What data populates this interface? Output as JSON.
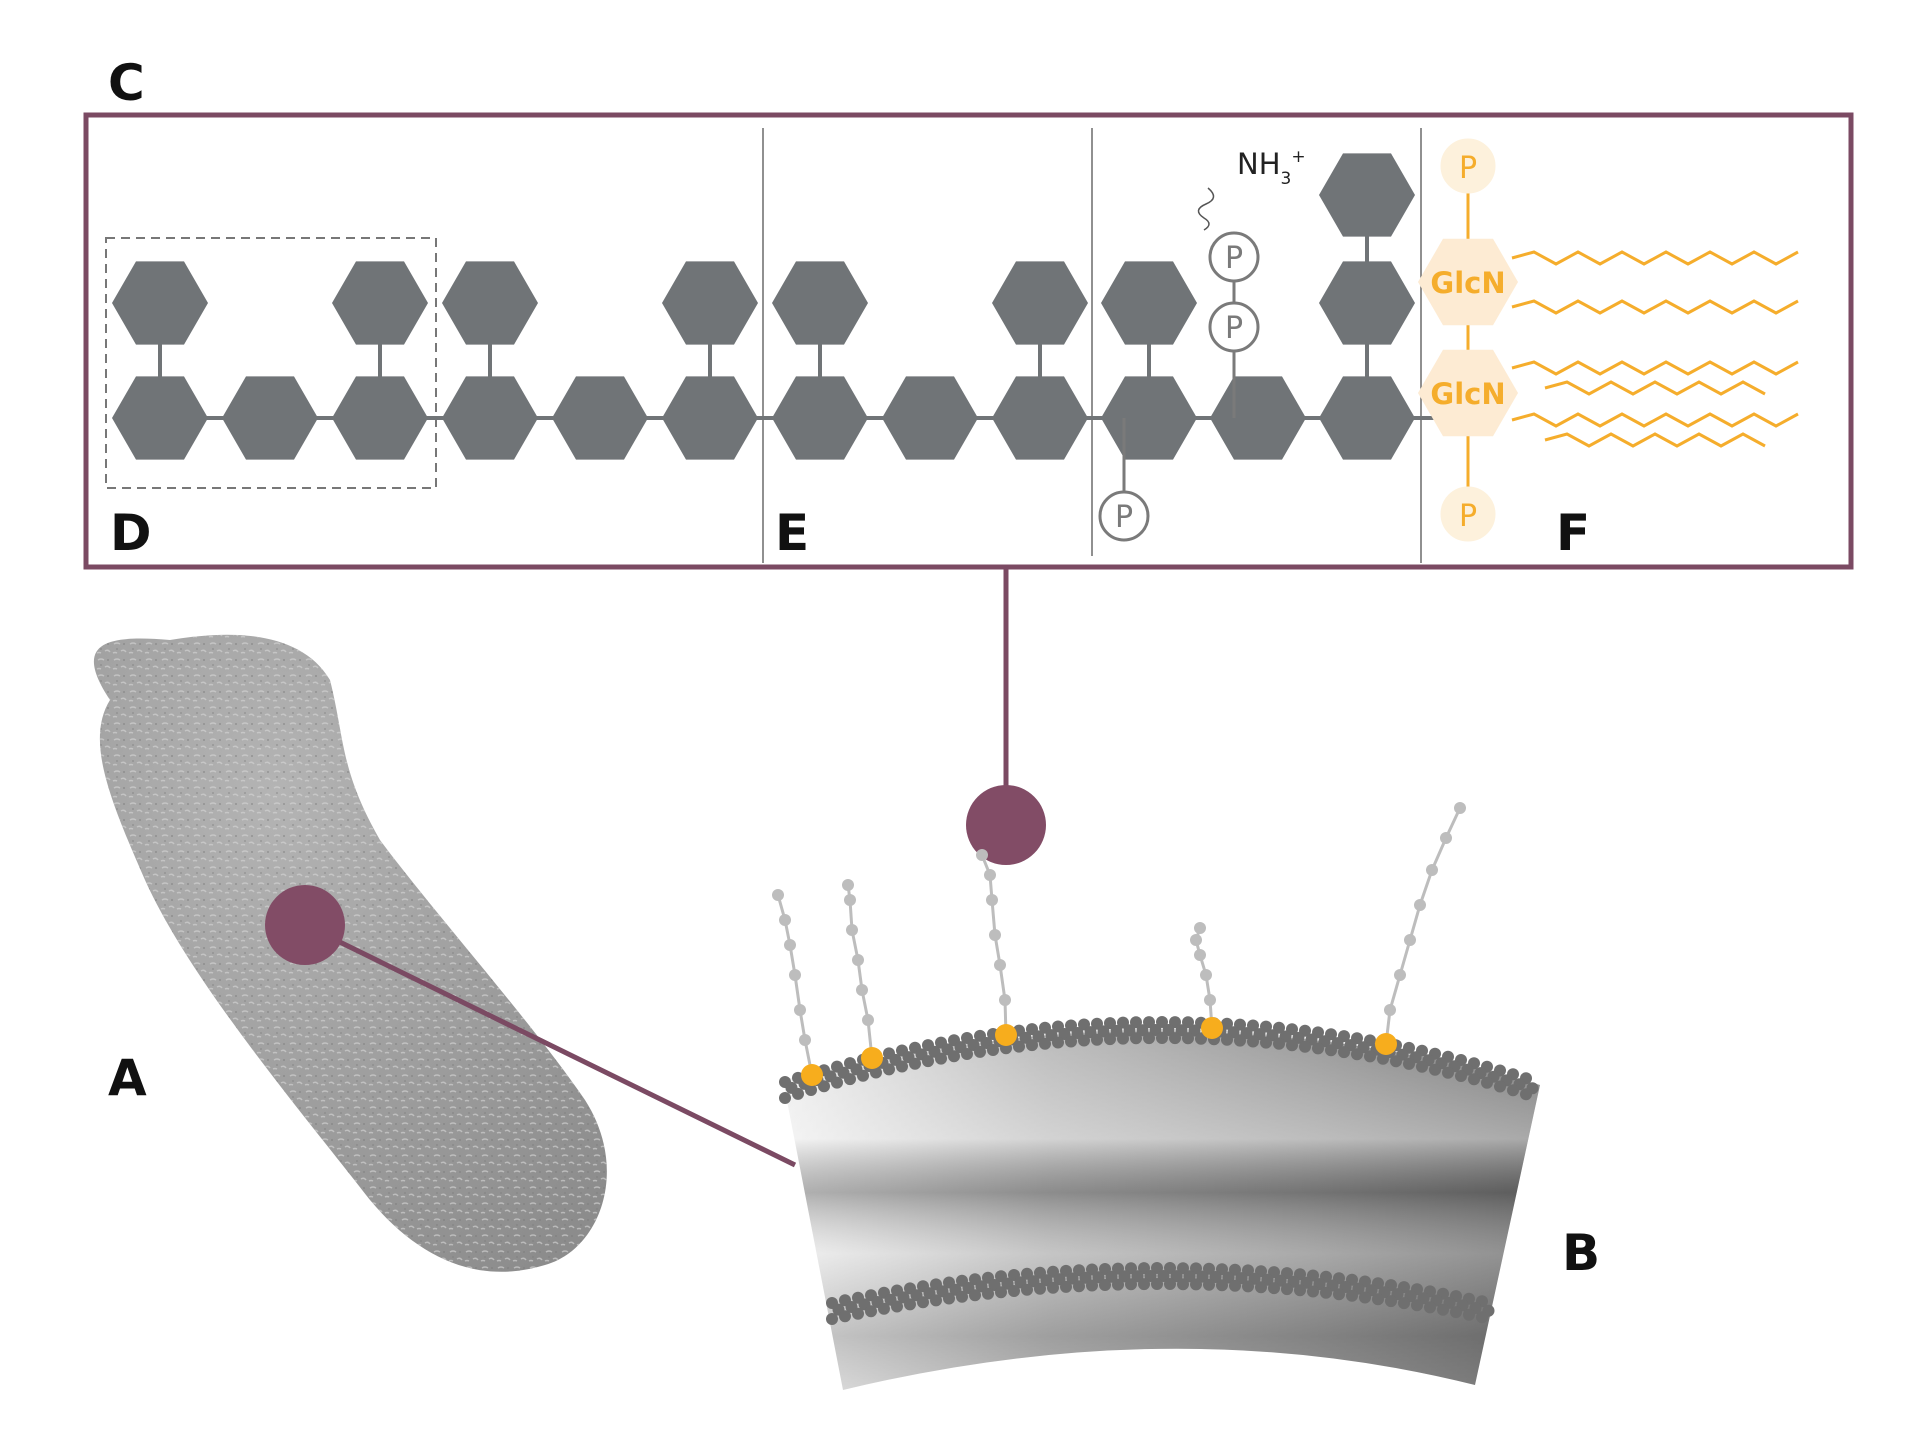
{
  "labels": {
    "a": "A",
    "b": "B",
    "c": "C",
    "d": "D",
    "e": "E",
    "f": "F"
  },
  "chemistry": {
    "phosphate": "P",
    "glucosamine": "GlcN",
    "ammonium_main": "NH",
    "ammonium_subscript": "3",
    "ammonium_charge": "+"
  },
  "colors": {
    "frame": "#7b4a63",
    "connector_dot": "#824c66",
    "sugar": "#707477",
    "phosphate_stroke": "#7a7a7a",
    "lipid_a": "#f5ad2c",
    "lipid_a_fill": "#fdebd3",
    "lipid_a_phosphate_fill": "#fdf1dc",
    "bacterium": "#9a9a9a",
    "membrane_bead": "#6f6f6f",
    "membrane_anchor": "#f7ad1d",
    "lps_strand": "#bdbdbd"
  }
}
